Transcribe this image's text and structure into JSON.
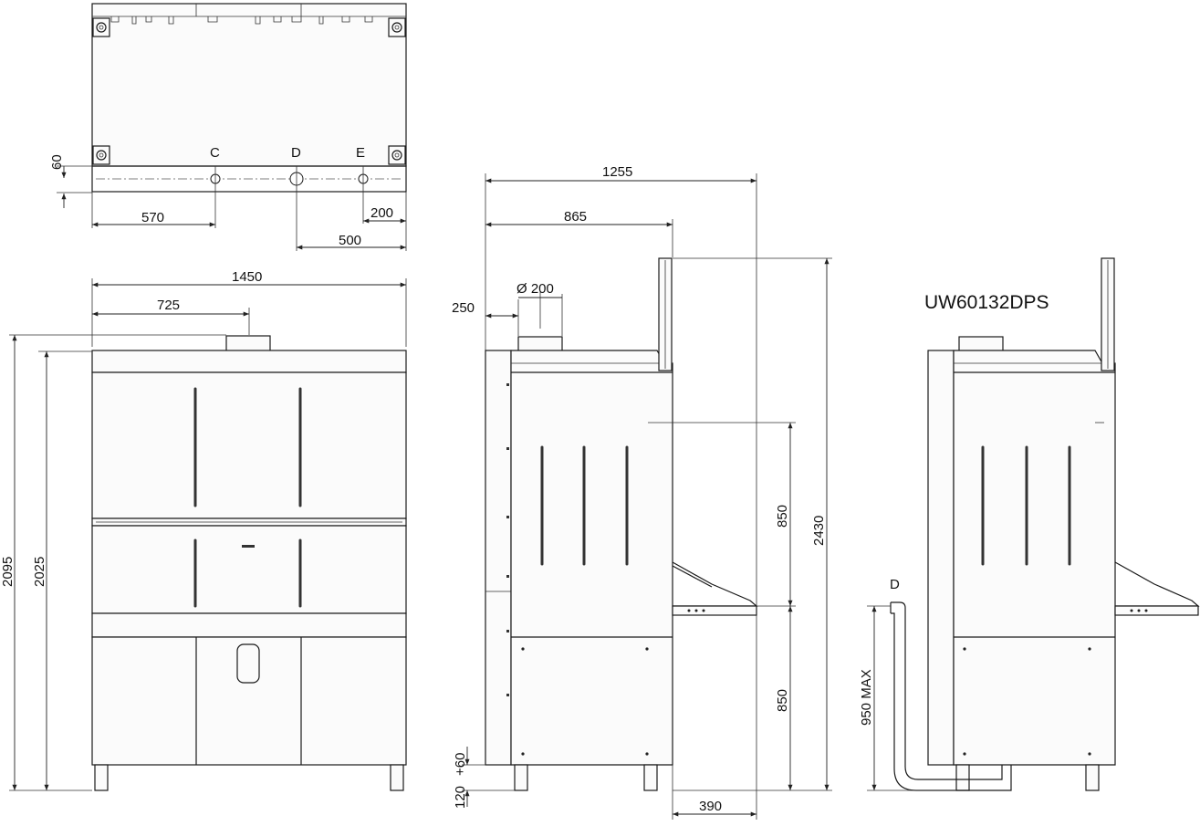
{
  "model": "UW60132DPS",
  "connections": {
    "c": "C",
    "d": "D",
    "e": "E",
    "drain": "D"
  },
  "dimensions": {
    "d60": "60",
    "d570": "570",
    "d200_top": "200",
    "d500": "500",
    "d1450": "1450",
    "d725": "725",
    "d2095": "2095",
    "d2025": "2025",
    "d1255": "1255",
    "d865": "865",
    "d250": "250",
    "dia200": "Ø 200",
    "d850_upper": "850",
    "d850_lower": "850",
    "d2430": "2430",
    "d120": "120",
    "d60_side": "+60",
    "d390": "390",
    "d950max": "950 MAX"
  }
}
